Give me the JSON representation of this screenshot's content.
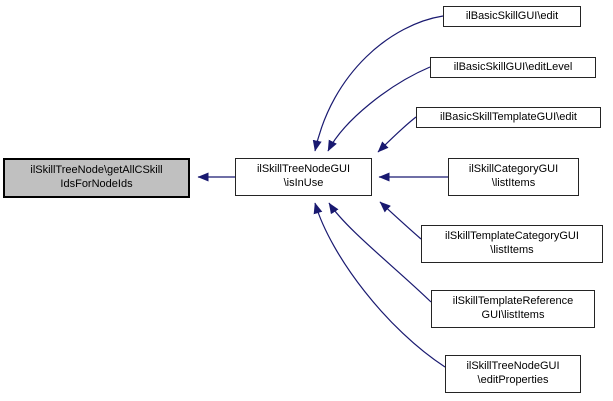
{
  "diagram": {
    "type": "call-graph",
    "background_color": "#ffffff",
    "arrow_color": "#191970",
    "node_border_color": "#242424",
    "target_node": {
      "text": "ilSkillTreeNode\\getAllCSkill\nIdsForNodeIds",
      "fill": "#c0c0c0",
      "border": "#000000"
    },
    "center_node": {
      "text": "ilSkillTreeNodeGUI\n\\isInUse",
      "fill": "#ffffff"
    },
    "callers": [
      {
        "text": "ilBasicSkillGUI\\edit"
      },
      {
        "text": "ilBasicSkillGUI\\editLevel"
      },
      {
        "text": "ilBasicSkillTemplateGUI\\edit"
      },
      {
        "text": "ilSkillCategoryGUI\n\\listItems"
      },
      {
        "text": "ilSkillTemplateCategoryGUI\n\\listItems"
      },
      {
        "text": "ilSkillTemplateReference\nGUI\\listItems"
      },
      {
        "text": "ilSkillTreeNodeGUI\n\\editProperties"
      }
    ]
  }
}
